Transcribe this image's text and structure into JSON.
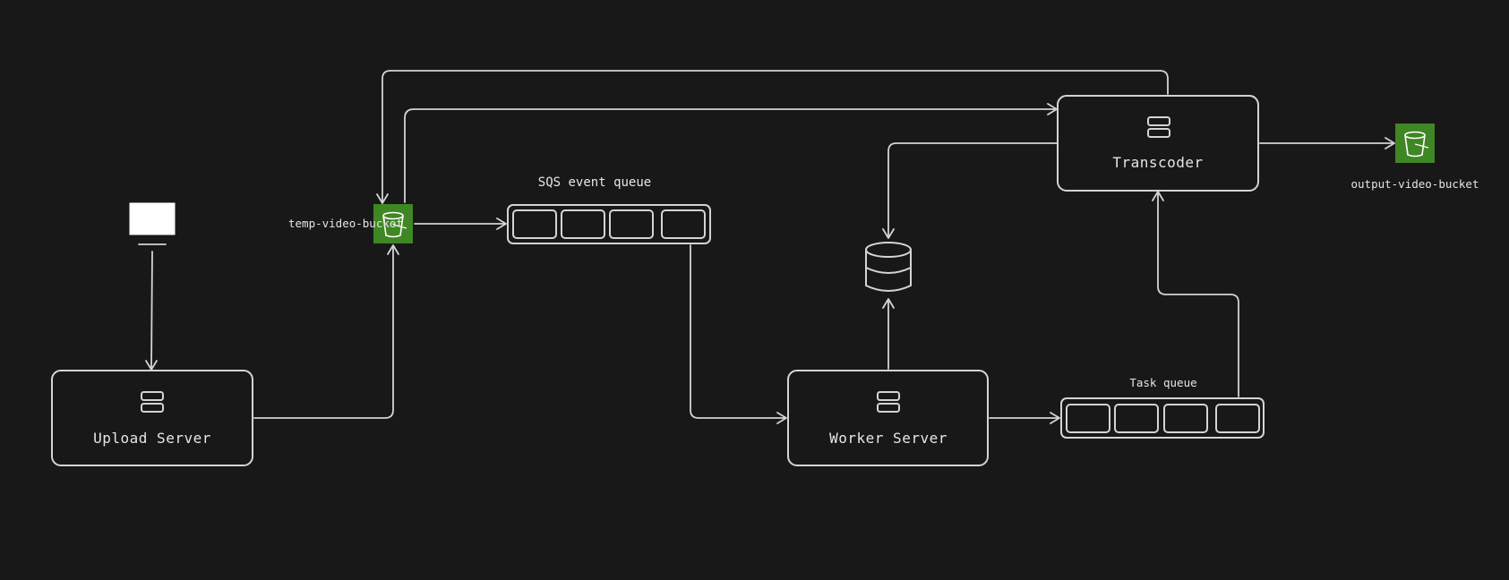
{
  "diagram": {
    "nodes": {
      "client": {
        "kind": "monitor-icon"
      },
      "upload_server": {
        "label": "Upload Server"
      },
      "temp_bucket": {
        "label": "temp-video-bucket"
      },
      "sqs_queue": {
        "label": "SQS event queue"
      },
      "worker_server": {
        "label": "Worker Server"
      },
      "database": {
        "kind": "database-icon"
      },
      "task_queue": {
        "label": "Task queue"
      },
      "transcoder": {
        "label": "Transcoder"
      },
      "output_bucket": {
        "label": "output-video-bucket"
      }
    },
    "colors": {
      "background": "#181818",
      "stroke": "#d4d4d4",
      "bucket_green": "#3f8624"
    }
  }
}
